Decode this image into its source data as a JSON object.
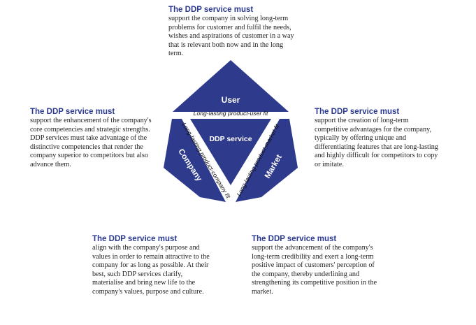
{
  "blocks": {
    "top": {
      "heading": "The DDP service must",
      "body": "support the company in solving long-term problems for customer and fulfil the needs, wishes and aspirations of customer in a way that is relevant both now and in the long term."
    },
    "left": {
      "heading": "The DDP service must",
      "body": "support the enhancement of the company's core competencies and strategic strengths. DDP services must take advantage of the distinctive competencies that render the company superior to competitors but also advance them."
    },
    "right": {
      "heading": "The DDP service must",
      "body": "support the creation of long-term competitive advantages for the company, typically by offering unique and differentiating features that are long-lasting and highly difficult for competitors to copy or imitate."
    },
    "bottomLeft": {
      "heading": "The DDP service must",
      "body": "align with the company's purpose and values in order to remain attractive to the company for as long as possible. At their best, such DDP services clarify, materialise and bring new life to the company's values, purpose and culture."
    },
    "bottomRight": {
      "heading": "The DDP service must",
      "body": "support the advancement of the company's long-term credibility and exert a long-term positive impact of customers' perception of the company, thereby underlining and strengthening its competitive position in the market."
    }
  },
  "diagram": {
    "center": "DDP service",
    "segments": {
      "user": "User",
      "company": "Company",
      "market": "Market"
    },
    "fits": {
      "user": "Long-lasting product-user fit",
      "company": "Long-lasting product-company fit",
      "market": "Long-lasting product-market fit"
    },
    "color": "#2e3a8c"
  }
}
